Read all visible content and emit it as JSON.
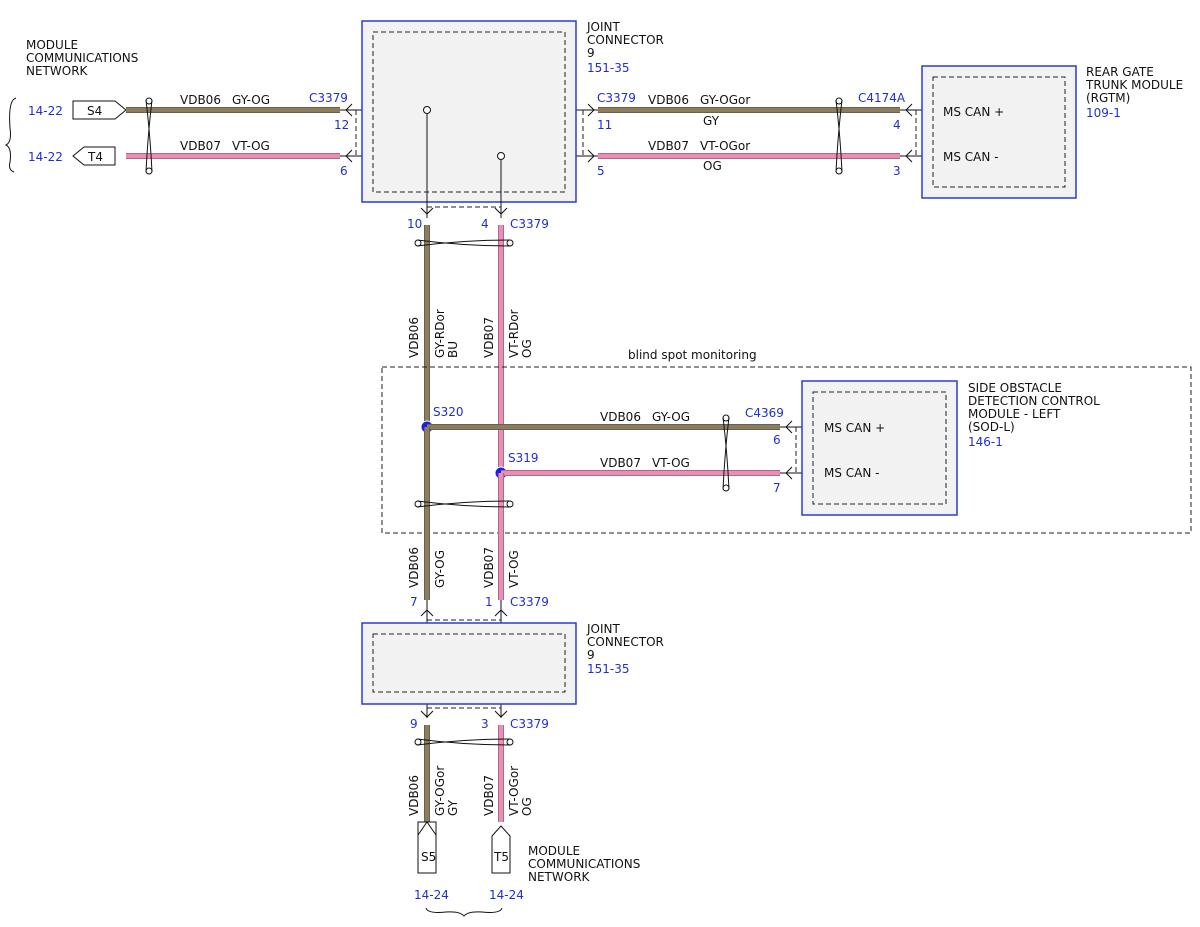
{
  "top_left_network": {
    "line1": "MODULE",
    "line2": "COMMUNICATIONS",
    "line3": "NETWORK"
  },
  "bottom_network": {
    "line1": "MODULE",
    "line2": "COMMUNICATIONS",
    "line3": "NETWORK"
  },
  "tags": {
    "s4": {
      "name": "S4",
      "ref": "14-22"
    },
    "t4": {
      "name": "T4",
      "ref": "14-22"
    },
    "s5": {
      "name": "S5",
      "ref": "14-24"
    },
    "t5": {
      "name": "T5",
      "ref": "14-24"
    }
  },
  "joint_top": {
    "line1": "JOINT",
    "line2": "CONNECTOR",
    "line3": "9",
    "ref": "151-35"
  },
  "joint_bottom": {
    "line1": "JOINT",
    "line2": "CONNECTOR",
    "line3": "9",
    "ref": "151-35"
  },
  "rgtm": {
    "line1": "REAR GATE",
    "line2": "TRUNK MODULE",
    "line3": "(RGTM)",
    "ref": "109-1",
    "pin_plus": "MS CAN +",
    "pin_minus": "MS CAN -"
  },
  "sodl": {
    "line1": "SIDE OBSTACLE",
    "line2": "DETECTION CONTROL",
    "line3": "MODULE - LEFT",
    "line4": "(SOD-L)",
    "ref": "146-1",
    "pin_plus": "MS CAN +",
    "pin_minus": "MS CAN -"
  },
  "region_label": "blind spot monitoring",
  "connectors": {
    "c3379": "C3379",
    "c4174a": "C4174A",
    "c4369": "C4369"
  },
  "pins": {
    "p12": "12",
    "p6": "6",
    "p11": "11",
    "p5": "5",
    "p4_rgtm": "4",
    "p3_rgtm": "3",
    "p10": "10",
    "p4": "4",
    "p6_sod": "6",
    "p7_sod": "7",
    "p7": "7",
    "p1": "1",
    "p9": "9",
    "p3": "3"
  },
  "splices": {
    "s320": "S320",
    "s319": "S319"
  },
  "wires": {
    "left_top": {
      "circuit": "VDB06",
      "color": "GY-OG"
    },
    "left_bot": {
      "circuit": "VDB07",
      "color": "VT-OG"
    },
    "right_top": {
      "circuit": "VDB06",
      "color": "GY-OGor",
      "color2": "GY"
    },
    "right_bot": {
      "circuit": "VDB07",
      "color": "VT-OGor",
      "color2": "OG"
    },
    "vert_a_upper": {
      "circuit": "VDB06",
      "color": "GY-RDor",
      "color2": "BU"
    },
    "vert_b_upper": {
      "circuit": "VDB07",
      "color": "VT-RDor",
      "color2": "OG"
    },
    "sod_top": {
      "circuit": "VDB06",
      "color": "GY-OG"
    },
    "sod_bot": {
      "circuit": "VDB07",
      "color": "VT-OG"
    },
    "vert_a_mid": {
      "circuit": "VDB06",
      "color": "GY-OG"
    },
    "vert_b_mid": {
      "circuit": "VDB07",
      "color": "VT-OG"
    },
    "vert_a_low": {
      "circuit": "VDB06",
      "color": "GY-OGor",
      "color2": "GY"
    },
    "vert_b_low": {
      "circuit": "VDB07",
      "color": "VT-OGor",
      "color2": "OG"
    }
  },
  "colors": {
    "gy_og": "#8b7d5e",
    "vt_og": "#ef8bb6",
    "box_border": "#2b3bd4",
    "ref_blue": "#1f2fd0"
  }
}
